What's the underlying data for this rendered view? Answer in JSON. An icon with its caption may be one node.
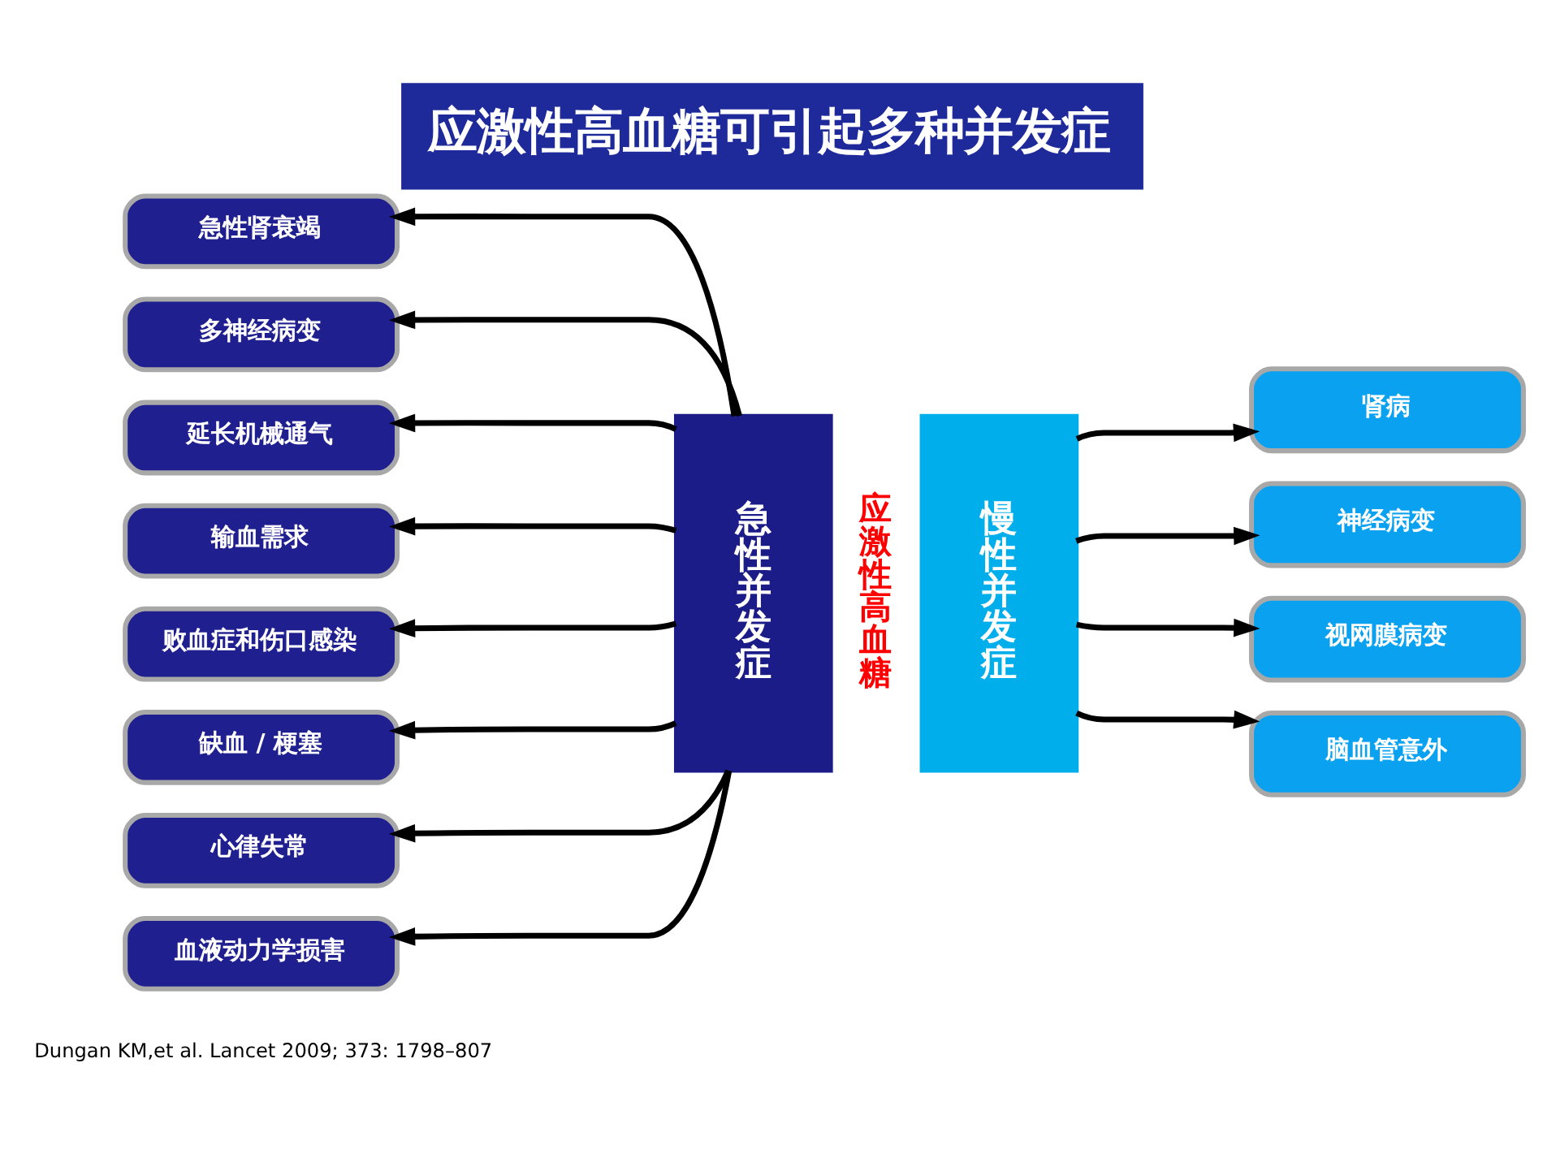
{
  "diagram": {
    "title": "应激性高血糖可引起多种并发症",
    "nodes": [
      {
        "text": [
          "急性并发症"
        ]
      },
      {
        "text": [
          "应激性高血糖"
        ]
      },
      {
        "text": [
          "慢性并发症"
        ]
      },
      {
        "text": [
          "急性肾衰竭"
        ]
      },
      {
        "text": [
          "多神经病变"
        ]
      },
      {
        "text": [
          "延长机械通气"
        ]
      },
      {
        "text": [
          "输血需求"
        ]
      },
      {
        "text": [
          "败血症和伤口感染"
        ]
      },
      {
        "text": [
          "缺血 / 梗塞"
        ]
      },
      {
        "text": [
          "心律失常"
        ]
      },
      {
        "text": [
          "血液动力学损害"
        ]
      },
      {
        "text": [
          "肾病"
        ]
      },
      {
        "text": [
          "神经病变"
        ]
      },
      {
        "text": [
          "视网膜病变"
        ]
      },
      {
        "text": [
          "脑血管意外"
        ]
      }
    ],
    "edges": [
      {
        "from": 0,
        "to": 3,
        "arrow": "to"
      },
      {
        "from": 0,
        "to": 4,
        "arrow": "to"
      },
      {
        "from": 0,
        "to": 5,
        "arrow": "to"
      },
      {
        "from": 0,
        "to": 6,
        "arrow": "to"
      },
      {
        "from": 0,
        "to": 7,
        "arrow": "to"
      },
      {
        "from": 0,
        "to": 8,
        "arrow": "to"
      },
      {
        "from": 0,
        "to": 9,
        "arrow": "to"
      },
      {
        "from": 0,
        "to": 10,
        "arrow": "to"
      },
      {
        "from": 2,
        "to": 11,
        "arrow": "to"
      },
      {
        "from": 2,
        "to": 12,
        "arrow": "to"
      },
      {
        "from": 2,
        "to": 13,
        "arrow": "to"
      },
      {
        "from": 2,
        "to": 14,
        "arrow": "to"
      }
    ],
    "labels": [
      "Dungan KM,et al. Lancet 2009; 373: 1798–807"
    ]
  }
}
